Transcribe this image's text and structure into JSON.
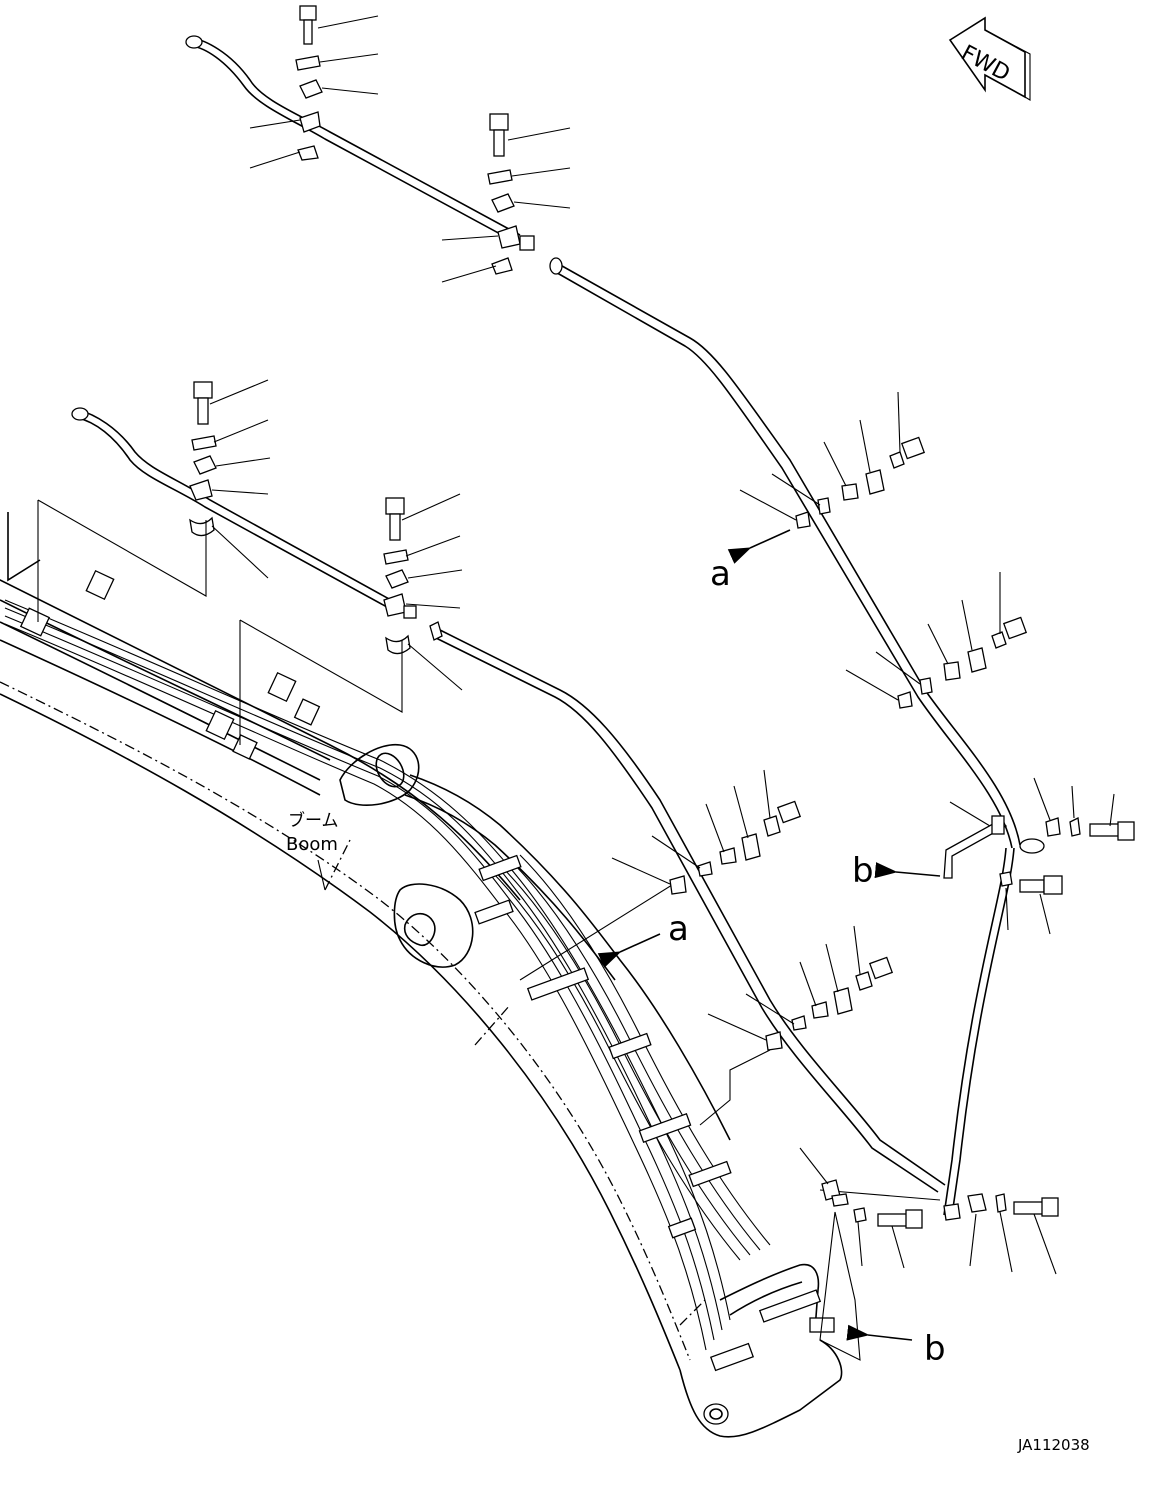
{
  "direction_indicator": {
    "text": "FWD"
  },
  "boom_label": {
    "jp": "ブーム",
    "en": "Boom"
  },
  "view_labels": {
    "a": "a",
    "b": "b"
  },
  "drawing_number": "JA112038"
}
